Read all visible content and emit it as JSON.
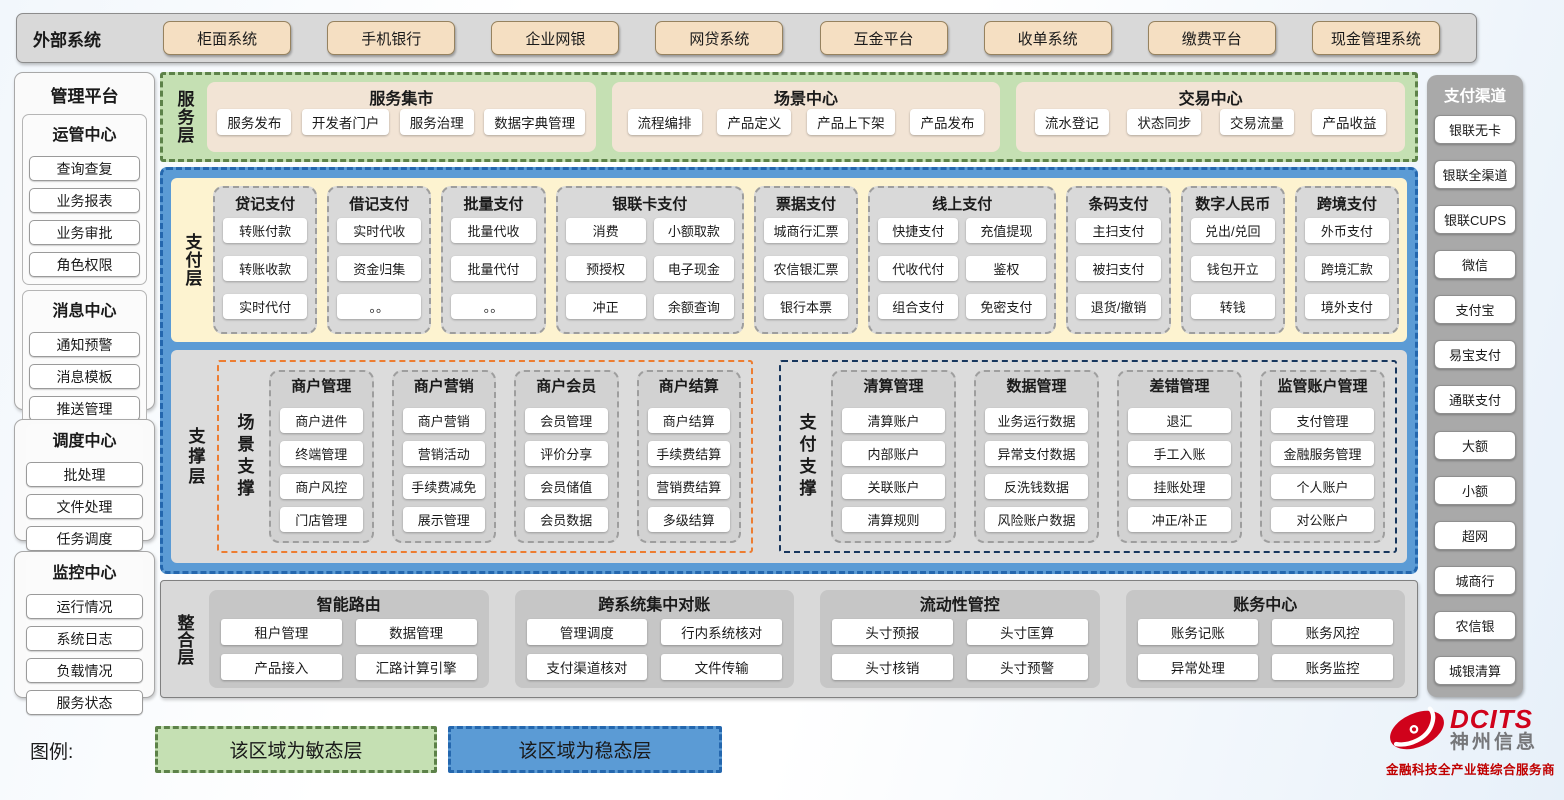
{
  "colors": {
    "agile_fill": "#c5e0b3",
    "agile_border": "#5d8249",
    "stable_fill": "#5b9bd5",
    "stable_border": "#2467ae",
    "payment_fill": "#fdf3d0",
    "panel_gray": "#d9d9d9",
    "tan_button": "#f5dfc2",
    "scene_accent": "#ed7d31",
    "pay_support_accent": "#17365d",
    "logo_red": "#d0021b"
  },
  "external_systems": {
    "label": "外部系统",
    "items": [
      "柜面系统",
      "手机银行",
      "企业网银",
      "网贷系统",
      "互金平台",
      "收单系统",
      "缴费平台",
      "现金管理系统"
    ]
  },
  "management_platform": {
    "title": "管理平台",
    "groups": [
      {
        "title": "运管中心",
        "items": [
          "查询查复",
          "业务报表",
          "业务审批",
          "角色权限"
        ]
      },
      {
        "title": "消息中心",
        "items": [
          "通知预警",
          "消息模板",
          "推送管理"
        ]
      },
      {
        "title": "调度中心",
        "items": [
          "批处理",
          "文件处理",
          "任务调度"
        ]
      },
      {
        "title": "监控中心",
        "items": [
          "运行情况",
          "系统日志",
          "负载情况",
          "服务状态"
        ]
      }
    ]
  },
  "service_layer": {
    "label": "服务层",
    "groups": [
      {
        "title": "服务集市",
        "items": [
          "服务发布",
          "开发者门户",
          "服务治理",
          "数据字典管理"
        ]
      },
      {
        "title": "场景中心",
        "items": [
          "流程编排",
          "产品定义",
          "产品上下架",
          "产品发布"
        ]
      },
      {
        "title": "交易中心",
        "items": [
          "流水登记",
          "状态同步",
          "交易流量",
          "产品收益"
        ]
      }
    ]
  },
  "payment_layer": {
    "label": "支付层",
    "columns": [
      {
        "title": "贷记支付",
        "cols": 1,
        "items": [
          "转账付款",
          "转账收款",
          "实时代付"
        ]
      },
      {
        "title": "借记支付",
        "cols": 1,
        "items": [
          "实时代收",
          "资金归集",
          "。。"
        ]
      },
      {
        "title": "批量支付",
        "cols": 1,
        "items": [
          "批量代收",
          "批量代付",
          "。。"
        ]
      },
      {
        "title": "银联卡支付",
        "cols": 2,
        "items": [
          "消费",
          "小额取款",
          "预授权",
          "电子现金",
          "冲正",
          "余额查询"
        ]
      },
      {
        "title": "票据支付",
        "cols": 1,
        "items": [
          "城商行汇票",
          "农信银汇票",
          "银行本票"
        ]
      },
      {
        "title": "线上支付",
        "cols": 2,
        "items": [
          "快捷支付",
          "充值提现",
          "代收代付",
          "鉴权",
          "组合支付",
          "免密支付"
        ]
      },
      {
        "title": "条码支付",
        "cols": 1,
        "items": [
          "主扫支付",
          "被扫支付",
          "退货/撤销"
        ]
      },
      {
        "title": "数字人民币",
        "cols": 1,
        "items": [
          "兑出/兑回",
          "钱包开立",
          "转钱"
        ]
      },
      {
        "title": "跨境支付",
        "cols": 1,
        "items": [
          "外币支付",
          "跨境汇款",
          "境外支付"
        ]
      }
    ]
  },
  "support_layer": {
    "label": "支撑层",
    "sections": [
      {
        "label": "场景支撑",
        "accent": "#ed7d31",
        "groups": [
          {
            "title": "商户管理",
            "items": [
              "商户进件",
              "终端管理",
              "商户风控",
              "门店管理"
            ]
          },
          {
            "title": "商户营销",
            "items": [
              "商户营销",
              "营销活动",
              "手续费减免",
              "展示管理"
            ]
          },
          {
            "title": "商户会员",
            "items": [
              "会员管理",
              "评价分享",
              "会员储值",
              "会员数据"
            ]
          },
          {
            "title": "商户结算",
            "items": [
              "商户结算",
              "手续费结算",
              "营销费结算",
              "多级结算"
            ]
          }
        ]
      },
      {
        "label": "支付支撑",
        "accent": "#17365d",
        "groups": [
          {
            "title": "清算管理",
            "items": [
              "清算账户",
              "内部账户",
              "关联账户",
              "清算规则"
            ]
          },
          {
            "title": "数据管理",
            "items": [
              "业务运行数据",
              "异常支付数据",
              "反洗钱数据",
              "风险账户数据"
            ]
          },
          {
            "title": "差错管理",
            "items": [
              "退汇",
              "手工入账",
              "挂账处理",
              "冲正/补正"
            ]
          },
          {
            "title": "监管账户管理",
            "items": [
              "支付管理",
              "金融服务管理",
              "个人账户",
              "对公账户"
            ]
          }
        ]
      }
    ]
  },
  "integration_layer": {
    "label": "整合层",
    "groups": [
      {
        "title": "智能路由",
        "items": [
          "租户管理",
          "数据管理",
          "产品接入",
          "汇路计算引擎"
        ]
      },
      {
        "title": "跨系统集中对账",
        "items": [
          "管理调度",
          "行内系统核对",
          "支付渠道核对",
          "文件传输"
        ]
      },
      {
        "title": "流动性管控",
        "items": [
          "头寸预报",
          "头寸匡算",
          "头寸核销",
          "头寸预警"
        ]
      },
      {
        "title": "账务中心",
        "items": [
          "账务记账",
          "账务风控",
          "异常处理",
          "账务监控"
        ]
      }
    ]
  },
  "payment_channels": {
    "title": "支付渠道",
    "items": [
      "银联无卡",
      "银联全渠道",
      "银联CUPS",
      "微信",
      "支付宝",
      "易宝支付",
      "通联支付",
      "大额",
      "小额",
      "超网",
      "城商行",
      "农信银",
      "城银清算"
    ]
  },
  "legend": {
    "label": "图例:",
    "items": [
      {
        "text": "该区域为敏态层",
        "fill": "#c5e0b3",
        "border": "#5d8249"
      },
      {
        "text": "该区域为稳态层",
        "fill": "#5b9bd5",
        "border": "#2467ae"
      }
    ]
  },
  "logo": {
    "brand": "DCITS",
    "company": "神州信息",
    "tagline": "金融科技全产业链综合服务商"
  }
}
